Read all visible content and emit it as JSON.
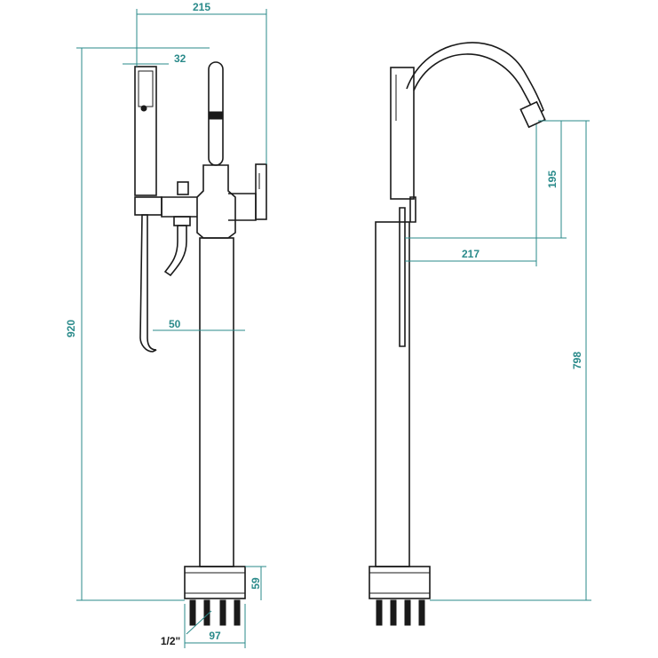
{
  "colors": {
    "dimension": "#2a8a8a",
    "outline": "#1a1a1a",
    "background": "#ffffff"
  },
  "dimensions": {
    "total_width": "215",
    "handshower_diameter": "32",
    "height_total": "920",
    "body_diameter": "50",
    "base_height": "59",
    "base_width": "97",
    "thread": "1/2\"",
    "spout_height": "195",
    "spout_reach": "217",
    "spout_outlet_height": "798"
  }
}
